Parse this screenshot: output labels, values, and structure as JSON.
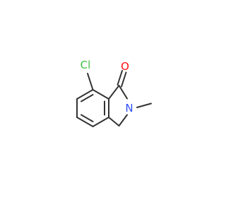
{
  "molecule": {
    "atoms": {
      "chlorine": {
        "label": "Cl",
        "color": "#3fbf3f"
      },
      "oxygen": {
        "label": "O",
        "color": "#ff0d0d"
      },
      "nitrogen": {
        "label": "N",
        "color": "#3050f8"
      }
    },
    "bond_color": "#333333"
  }
}
